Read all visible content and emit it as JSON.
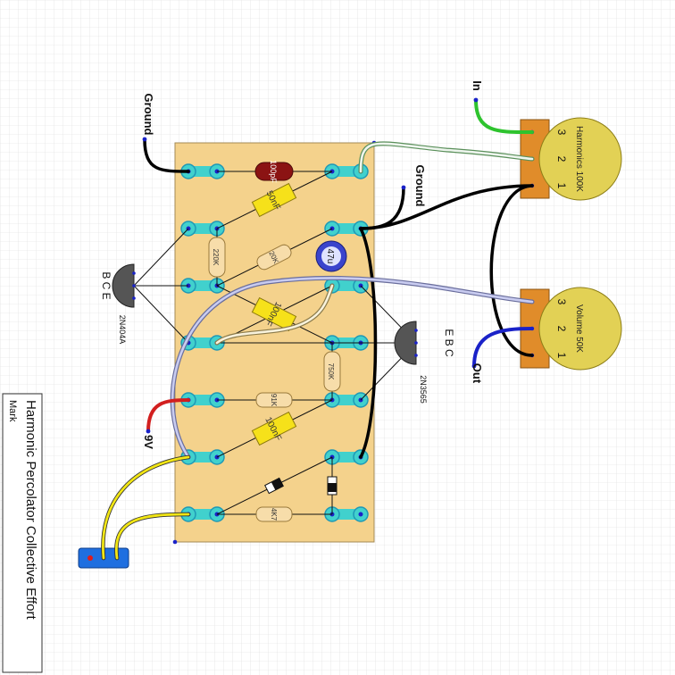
{
  "title_block": {
    "title": "Harmonic Percolator Collective Effort",
    "author": "Mark"
  },
  "wire_labels": {
    "ground_top": "Ground",
    "ground_mid": "Ground",
    "in": "In",
    "out": "Out",
    "nine_v": "9V"
  },
  "transistors": [
    {
      "part": "2N404A",
      "pins": "B C E"
    },
    {
      "part": "2N3565",
      "pins": "E B C"
    }
  ],
  "pots": [
    {
      "name": "Harmonics 100K",
      "pin_numbers": [
        "3",
        "2",
        "1"
      ]
    },
    {
      "name": "Volume 50K",
      "pin_numbers": [
        "3",
        "2",
        "1"
      ]
    }
  ],
  "components": {
    "c_100pf": "100pF",
    "c_50nf": "50nF",
    "r_220k": "220K",
    "r_20k": "20K",
    "c_47u": "47u",
    "c_100nf_a": "100nF",
    "r_750k": "750K",
    "r_91k": "91K",
    "c_100nf_b": "100nF",
    "r_4k7": "4K7"
  },
  "colors": {
    "board": "#f4d28c",
    "strip": "#41d1cd",
    "pot_body": "#e2d155",
    "pot_base": "#e08c2a",
    "wire_black": "#000000",
    "wire_green": "#2ec32e",
    "wire_blue": "#1a22c8",
    "wire_red": "#d21f1f",
    "wire_yellow": "#f2e614",
    "wire_lavender": "#b6b9e6",
    "connector": "#1f6fe0"
  }
}
